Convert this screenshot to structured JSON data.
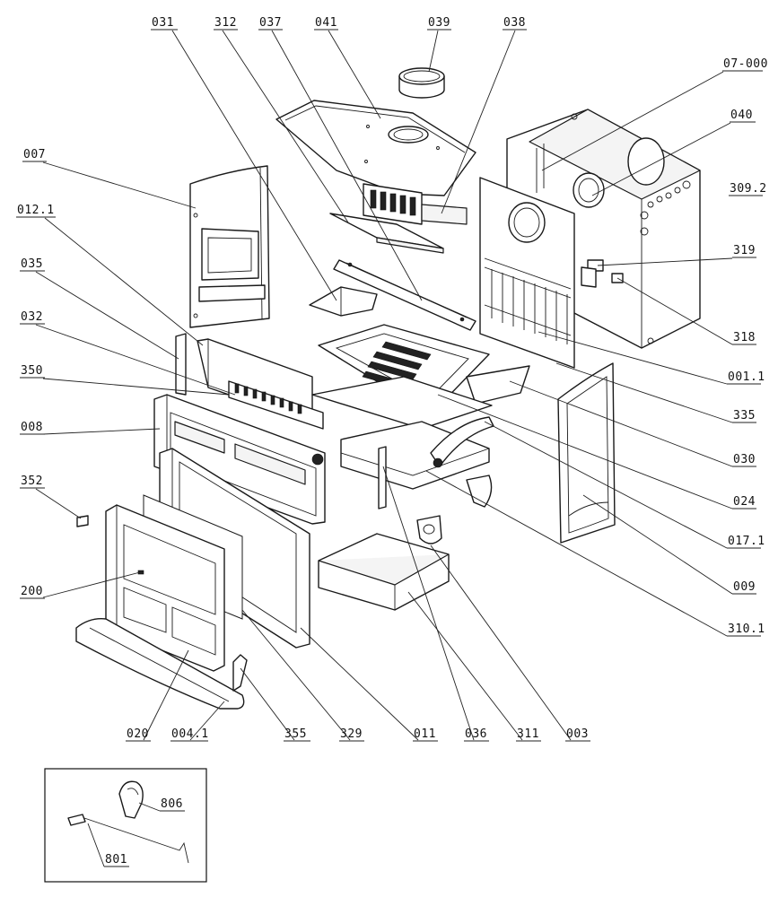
{
  "labels": [
    {
      "id": "031",
      "text": "031"
    },
    {
      "id": "312",
      "text": "312"
    },
    {
      "id": "037",
      "text": "037"
    },
    {
      "id": "041",
      "text": "041"
    },
    {
      "id": "039",
      "text": "039"
    },
    {
      "id": "038",
      "text": "038"
    },
    {
      "id": "07-000",
      "text": "07-000"
    },
    {
      "id": "040",
      "text": "040"
    },
    {
      "id": "309.2",
      "text": "309.2"
    },
    {
      "id": "319",
      "text": "319"
    },
    {
      "id": "318",
      "text": "318"
    },
    {
      "id": "001.1",
      "text": "001.1"
    },
    {
      "id": "335",
      "text": "335"
    },
    {
      "id": "030",
      "text": "030"
    },
    {
      "id": "024",
      "text": "024"
    },
    {
      "id": "017.1",
      "text": "017.1"
    },
    {
      "id": "009",
      "text": "009"
    },
    {
      "id": "310.1",
      "text": "310.1"
    },
    {
      "id": "007",
      "text": "007"
    },
    {
      "id": "012.1",
      "text": "012.1"
    },
    {
      "id": "035",
      "text": "035"
    },
    {
      "id": "032",
      "text": "032"
    },
    {
      "id": "350",
      "text": "350"
    },
    {
      "id": "008",
      "text": "008"
    },
    {
      "id": "352",
      "text": "352"
    },
    {
      "id": "200",
      "text": "200"
    },
    {
      "id": "020",
      "text": "020"
    },
    {
      "id": "004.1",
      "text": "004.1"
    },
    {
      "id": "355",
      "text": "355"
    },
    {
      "id": "329",
      "text": "329"
    },
    {
      "id": "011",
      "text": "011"
    },
    {
      "id": "036",
      "text": "036"
    },
    {
      "id": "311",
      "text": "311"
    },
    {
      "id": "003",
      "text": "003"
    }
  ],
  "inset": {
    "labels": [
      {
        "id": "806",
        "text": "806"
      },
      {
        "id": "801",
        "text": "801"
      }
    ]
  }
}
